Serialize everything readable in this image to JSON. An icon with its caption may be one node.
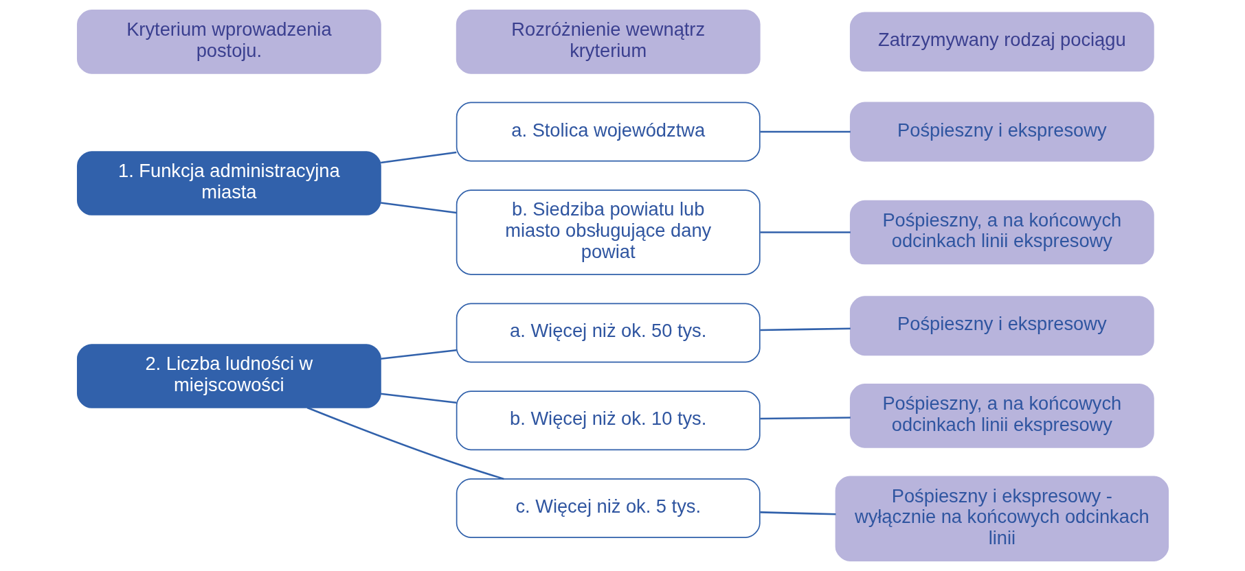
{
  "diagram": {
    "nodes": [
      {
        "text": [
          "Kryterium wprowadzenia postoju."
        ]
      },
      {
        "text": [
          "Rozróżnienie wewnątrz kryterium"
        ]
      },
      {
        "text": [
          "Zatrzymywany rodzaj pociągu"
        ]
      },
      {
        "text": [
          "1. Funkcja administracyjna miasta"
        ]
      },
      {
        "text": [
          "a. Stolica województwa"
        ]
      },
      {
        "text": [
          "Pośpieszny i ekspresowy"
        ]
      },
      {
        "text": [
          "b. Siedziba powiatu lub miasto obsługujące dany powiat"
        ]
      },
      {
        "text": [
          "Pośpieszny, a na końcowych odcinkach linii ekspresowy"
        ]
      },
      {
        "text": [
          "2. Liczba ludności w miejscowości"
        ]
      },
      {
        "text": [
          "a. Więcej niż ok. 50 tys."
        ]
      },
      {
        "text": [
          "Pośpieszny i ekspresowy"
        ]
      },
      {
        "text": [
          "b. Więcej niż ok. 10 tys."
        ]
      },
      {
        "text": [
          "Pośpieszny, a na końcowych odcinkach linii ekspresowy"
        ]
      },
      {
        "text": [
          "c. Więcej niż ok. 5 tys."
        ]
      },
      {
        "text": [
          "Pośpieszny i ekspresowy - wyłącznie na końcowych odcinkach linii"
        ]
      }
    ],
    "edges": [
      {
        "from": 3,
        "to": 4,
        "arrow": "none"
      },
      {
        "from": 3,
        "to": 6,
        "arrow": "none"
      },
      {
        "from": 4,
        "to": 5,
        "arrow": "none"
      },
      {
        "from": 6,
        "to": 7,
        "arrow": "none"
      },
      {
        "from": 8,
        "to": 9,
        "arrow": "none"
      },
      {
        "from": 8,
        "to": 11,
        "arrow": "none"
      },
      {
        "from": 8,
        "to": 13,
        "arrow": "none"
      },
      {
        "from": 9,
        "to": 10,
        "arrow": "none"
      },
      {
        "from": 11,
        "to": 12,
        "arrow": "none"
      },
      {
        "from": 13,
        "to": 14,
        "arrow": "none"
      }
    ]
  }
}
